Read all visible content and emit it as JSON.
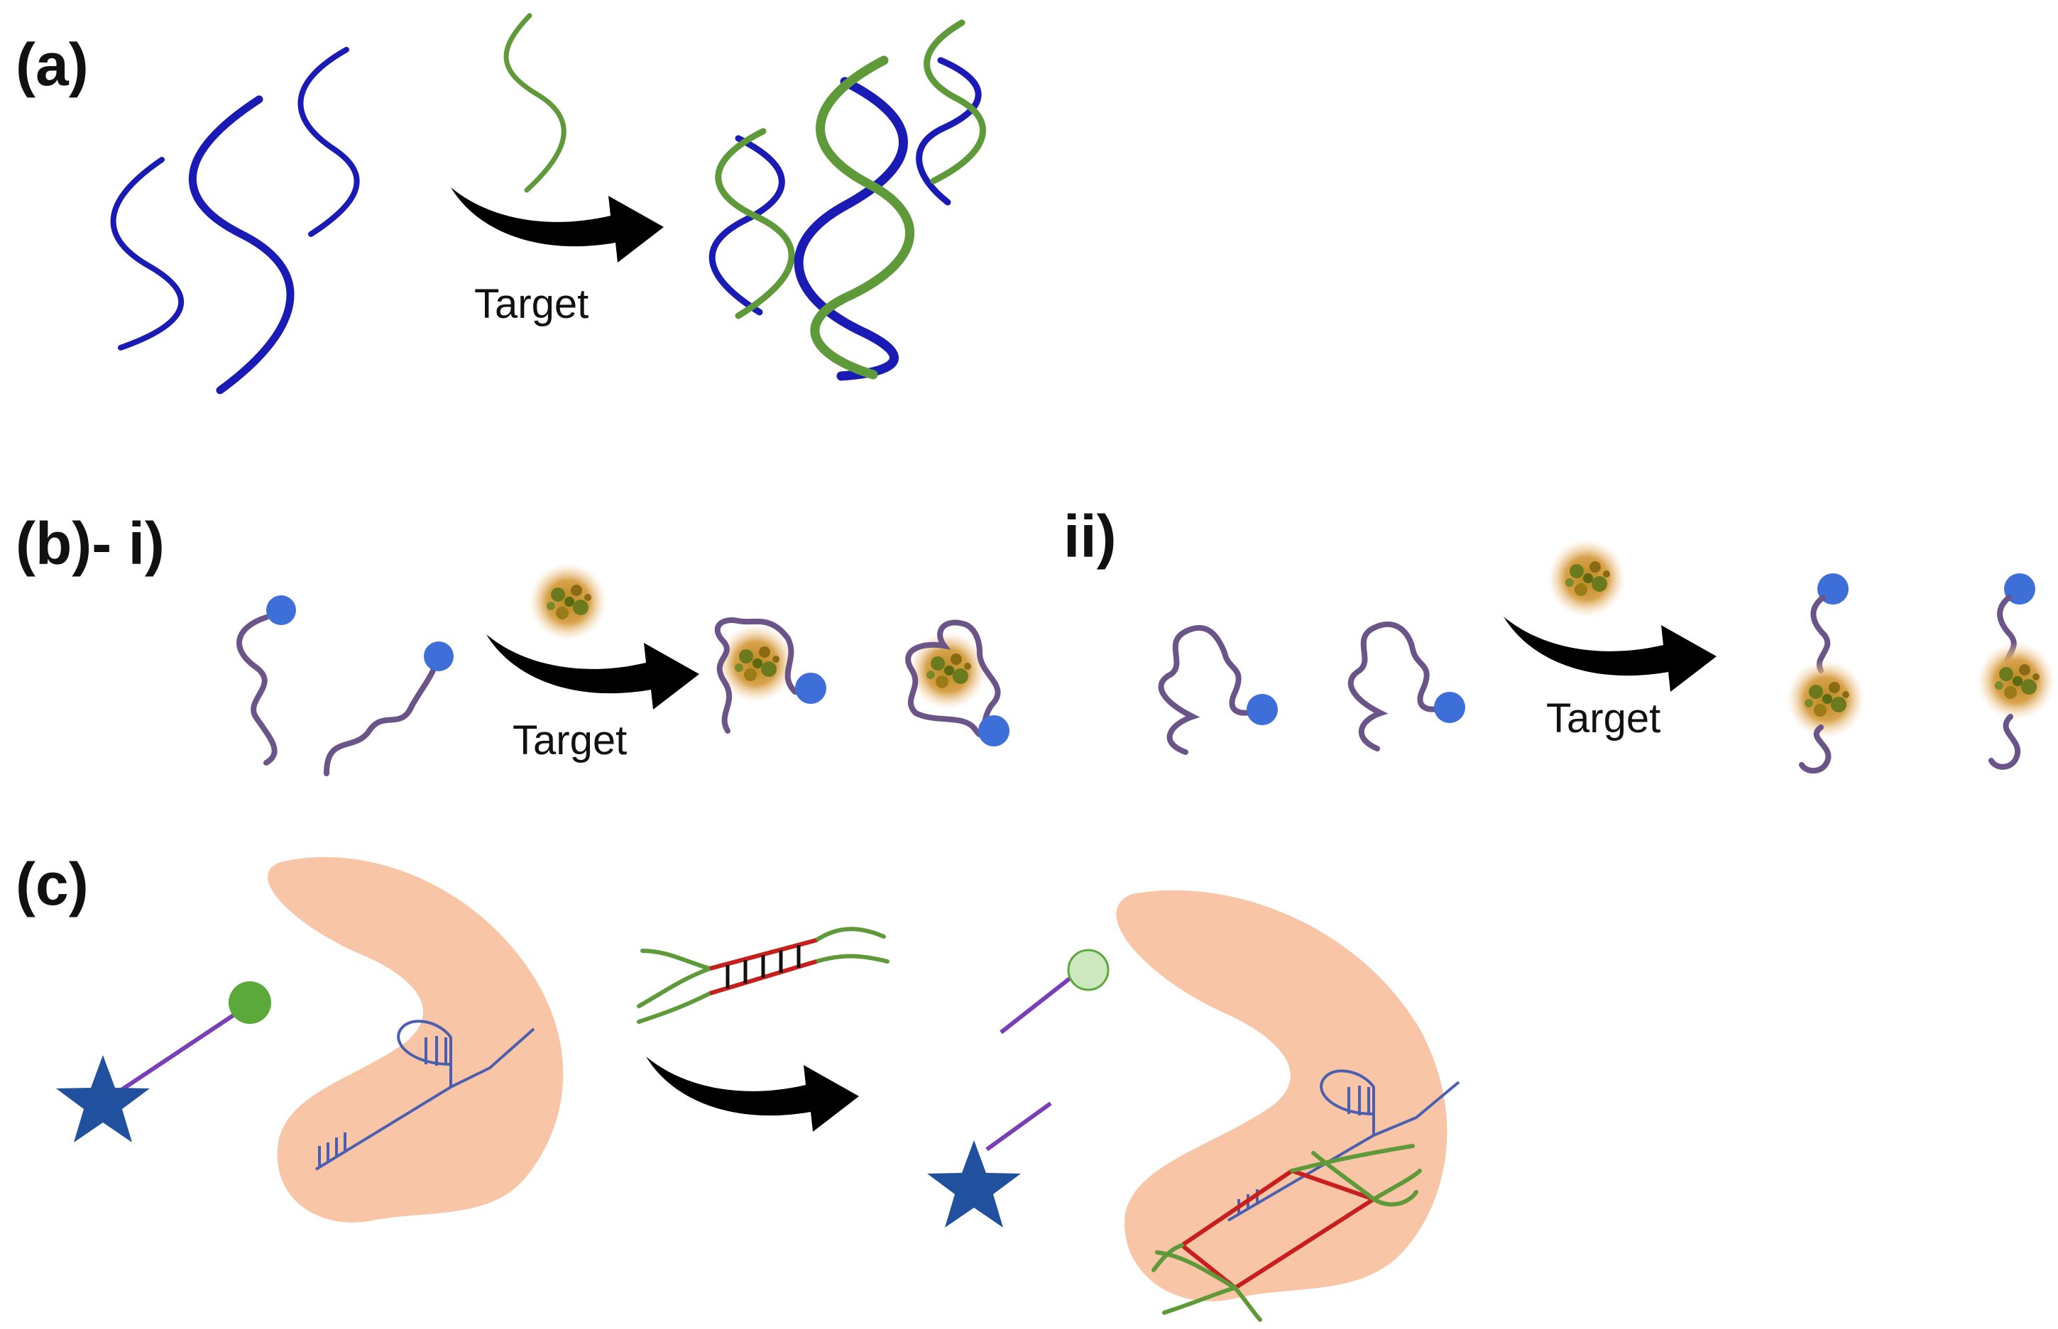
{
  "panels": {
    "a": {
      "label": "(a)",
      "arrow_text": "Target"
    },
    "b": {
      "label_i": "(b)- i)",
      "label_ii": "ii)",
      "arrow_text_i": "Target",
      "arrow_text_ii": "Target"
    },
    "c": {
      "label": "(c)"
    }
  },
  "colors": {
    "probe_strand": "#1a1ab4",
    "target_strand": "#5f9a3a",
    "aptamer_strand": "#6a5488",
    "fluorophore_bead": "#3e6fd8",
    "arrow": "#000000",
    "protein": "#f8c6a6",
    "crrna": "#4a5fb0",
    "reporter_linker": "#7b3fb5",
    "quencher": "#5aa93a",
    "quencher_released": "#cde8bf",
    "fluorophore_star": "#20509e",
    "target_dna_rungs": "#c81e1e"
  },
  "icons": {
    "arrow": "curved-arrow-icon",
    "target_molecule": "target-molecule-icon",
    "fluorophore": "star-icon",
    "quencher": "circle-icon"
  }
}
